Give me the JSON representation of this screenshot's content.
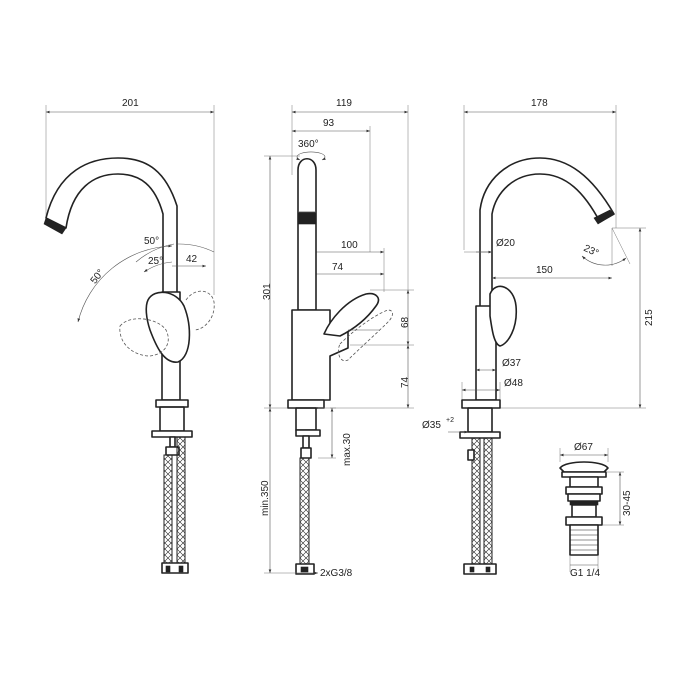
{
  "front_view": {
    "width": "201",
    "angle_a": "50°",
    "angle_b": "50°",
    "angle_c": "25°",
    "offset": "42"
  },
  "side_view": {
    "total_width": "119",
    "spout_width": "93",
    "rotation": "360°",
    "lever_reach": "100",
    "lever_offset": "74",
    "lever_height": "68",
    "body_height": "74",
    "overall_height": "301",
    "thread_length": "max.30",
    "hose_length": "min.350",
    "connection": "2xG3/8"
  },
  "right_view": {
    "width": "178",
    "outlet_diameter": "Ø20",
    "angle": "23°",
    "projection": "150",
    "body_diameter": "Ø37",
    "base_diameter": "Ø48",
    "hole_diameter": "Ø35",
    "hole_tolerance": "+2",
    "height": "215"
  },
  "waste": {
    "diameter": "Ø67",
    "range": "30-45",
    "thread": "G1 1/4"
  }
}
